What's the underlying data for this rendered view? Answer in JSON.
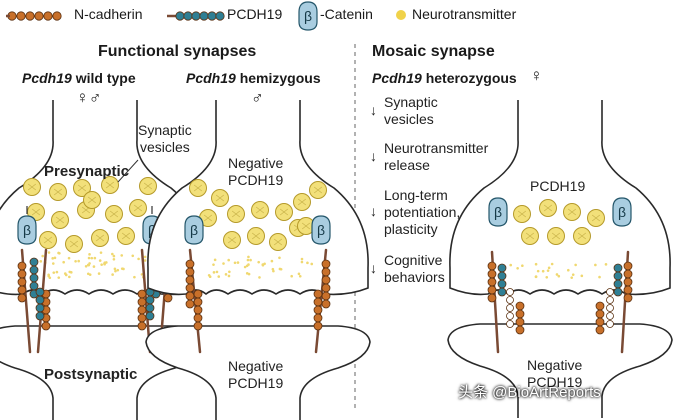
{
  "legend": {
    "ncadherin": "N-cadherin",
    "pcdh19": "PCDH19",
    "beta_symbol": "β",
    "catenin": "-Catenin",
    "neurotransmitter": "Neurotransmitter"
  },
  "sections": {
    "functional_title": "Functional synapses",
    "mosaic_title": "Mosaic synapse"
  },
  "panels": {
    "wild_type": {
      "gene": "Pcdh19",
      "label": " wild type",
      "sex": "♀♂"
    },
    "hemizygous": {
      "gene": "Pcdh19",
      "label": " hemizygous",
      "sex": "♂"
    },
    "heterozygous": {
      "gene": "Pcdh19",
      "label": " heterozygous",
      "sex": "♀"
    }
  },
  "labels": {
    "synaptic_vesicles": [
      "Synaptic",
      "vesicles"
    ],
    "presynaptic": "Presynaptic",
    "postsynaptic": "Postsynaptic",
    "negative_pcdh19_pre": [
      "Negative",
      "PCDH19"
    ],
    "negative_pcdh19_post": [
      "Negative",
      "PCDH19"
    ],
    "mosaic_pre": "PCDH19",
    "mosaic_post": [
      "Negative",
      "PCDH19"
    ]
  },
  "effects": [
    {
      "arrow": "↓",
      "lines": [
        "Synaptic",
        "vesicles"
      ]
    },
    {
      "arrow": "↓",
      "lines": [
        "Neurotransmitter",
        "release"
      ]
    },
    {
      "arrow": "↓",
      "lines": [
        "Long-term",
        "potentiation,",
        "plasticity"
      ]
    },
    {
      "arrow": "↓",
      "lines": [
        "Cognitive",
        "behaviors"
      ]
    }
  ],
  "watermark": "头条 @BioArtReports",
  "colors": {
    "ncadherin": "#c8702a",
    "pcdh19": "#2f7f94",
    "beta_fill": "#a9cde0",
    "vesicle": "#f2e07a",
    "vesicle_stroke": "#b59a2a",
    "dots": "#f0d870",
    "outline": "#2a2a2a",
    "stem": "#7a4a34"
  }
}
